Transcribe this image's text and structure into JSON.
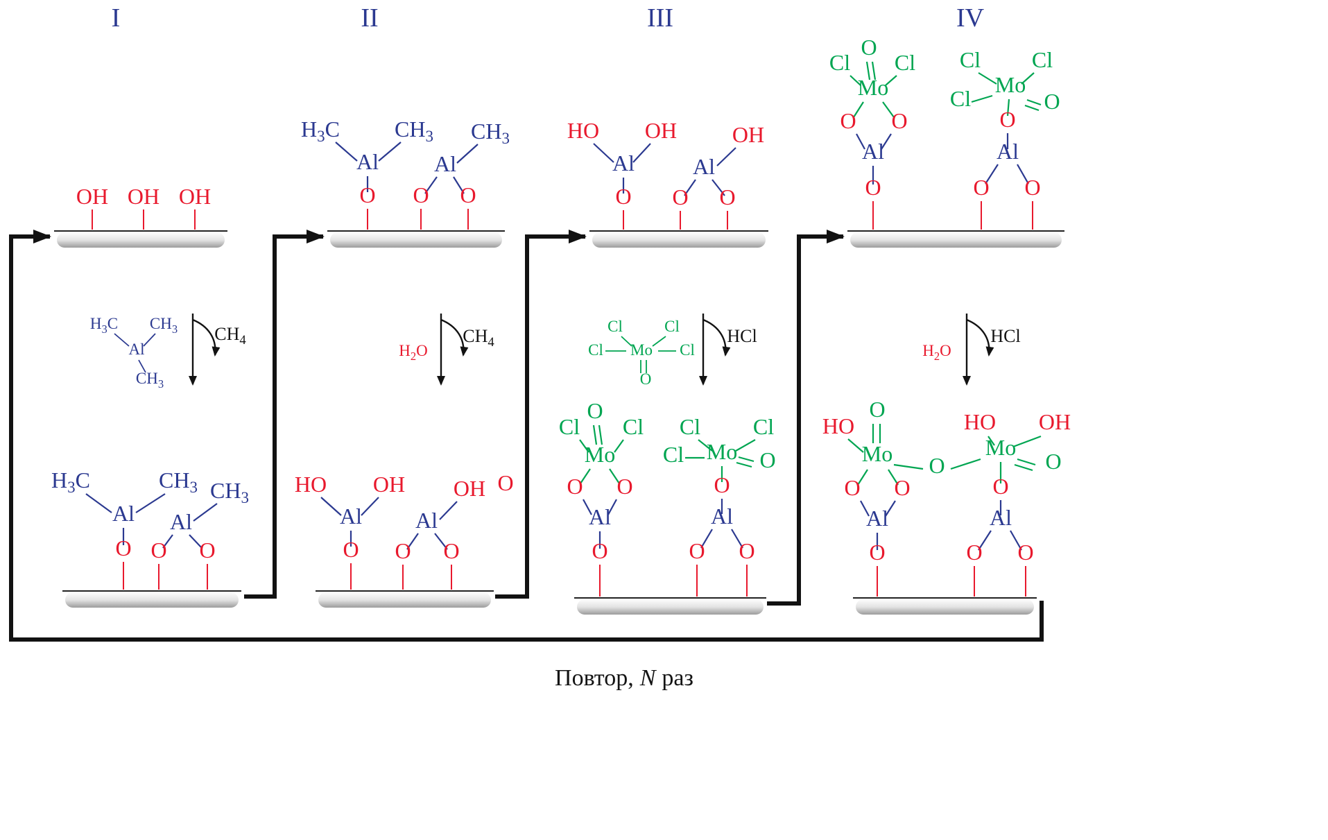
{
  "columns": [
    "I",
    "II",
    "III",
    "IV"
  ],
  "labels": {
    "oh": "OH",
    "ho": "HO",
    "o": "O",
    "al": "Al",
    "mo": "Mo",
    "cl": "Cl",
    "h": "H",
    "c": "C",
    "ch": "CH",
    "s2": "2",
    "s3": "3",
    "s4": "4",
    "hcl": "HCl"
  },
  "caption": {
    "word": "Повтор,",
    "n": "N",
    "raz": "раз"
  },
  "colors": {
    "red": "#e8192d",
    "blue": "#2b3990",
    "green": "#00a551",
    "ink": "#141414"
  }
}
